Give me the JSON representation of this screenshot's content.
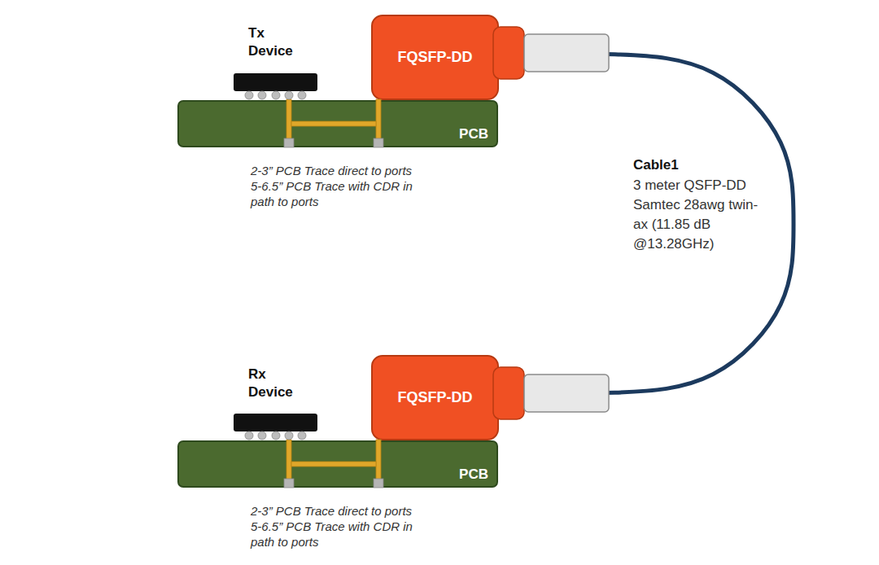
{
  "diagram": {
    "nodes": [
      {
        "text": [
          "PCB"
        ]
      },
      {
        "text": [
          "FQSFP-DD"
        ]
      },
      {
        "text": [
          "PCB"
        ]
      },
      {
        "text": [
          "FQSFP-DD"
        ]
      }
    ],
    "edges": [
      {
        "from": 1,
        "to": 3,
        "arrow": "none"
      }
    ],
    "labels": [
      "Tx Device",
      "2-3” PCB Trace  direct to ports",
      "5-6.5” PCB Trace  with CDR in path to ports",
      "Cable1",
      "3 meter QSFP-DD Samtec 28awg twin-ax (11.85 dB @13.28GHz)",
      "Rx Device",
      "2-3” PCB Trace  direct to ports",
      "5-6.5” PCB Trace  with CDR in path to ports"
    ]
  }
}
